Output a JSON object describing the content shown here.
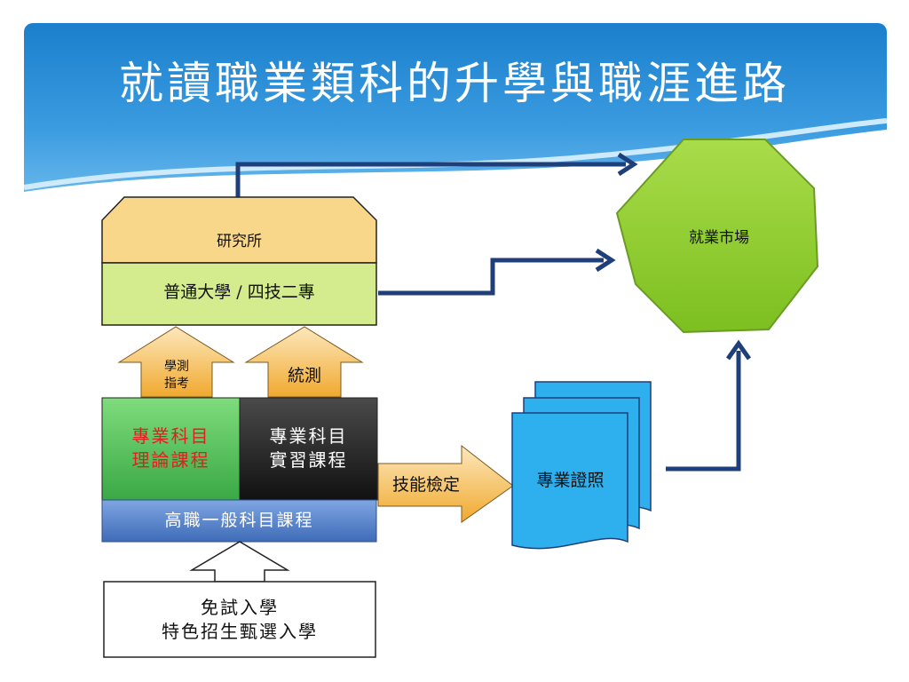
{
  "title": "就讀職業類科的升學與職涯進路",
  "nodes": {
    "graduate_school": "研究所",
    "university": "普通大學 / 四技二專",
    "job_market": "就業市場",
    "exam_left": "學測\n指考",
    "exam_right": "統測",
    "theory": "專業科目\n理論課程",
    "practice": "專業科目\n實習課程",
    "general": "高職一般科目課程",
    "skill_test": "技能檢定",
    "certificate": "專業證照",
    "admission": "免試入學\n特色招生甄選入學"
  },
  "colors": {
    "header_blue": "#1b7fcc",
    "arrow_navy": "#1f3f7a",
    "gold": "#f5b94c",
    "lime": "#d4ec8e",
    "green": "#58c25a",
    "octagon": "#93cc2f",
    "cert_blue": "#2eb0ee",
    "general_blue": "#4a79c7",
    "theory_red": "#e02020"
  }
}
